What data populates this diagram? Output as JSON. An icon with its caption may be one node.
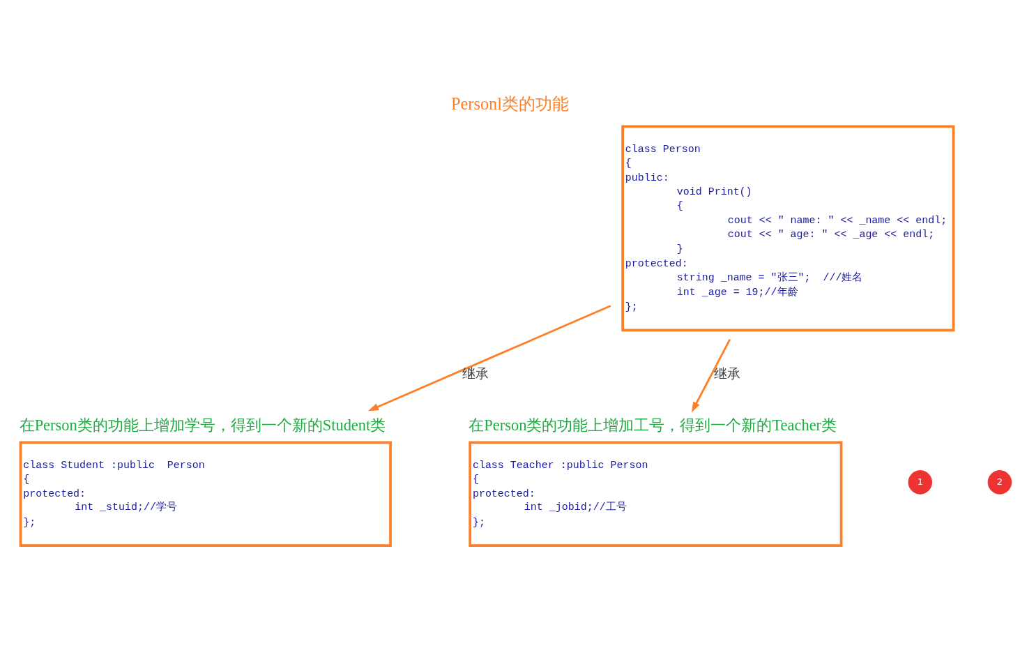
{
  "diagram": {
    "title": "Personl类的功能",
    "nodes": [
      {
        "text": [
          "class Person",
          "{",
          "public:",
          "void Print()",
          "{",
          "cout << \" name: \" << _name << endl;",
          "cout << \" age: \" << _age << endl;",
          "}",
          "protected:",
          "string _name = \"张三\";  ///姓名",
          "int _age = 19;//年龄",
          "};"
        ]
      },
      {
        "text": [
          "class Student :public  Person",
          "{",
          "protected:",
          "int _stuid;//学号",
          "};"
        ],
        "beside": [
          "在Person类的功能上增加学号，得到一个新的Student类"
        ]
      },
      {
        "text": [
          "class Teacher :public Person",
          "{",
          "protected:",
          "int _jobid;//工号",
          "};"
        ],
        "beside": [
          "在Person类的功能上增加工号，得到一个新的Teacher类"
        ]
      }
    ],
    "edges": [
      {
        "from": 0,
        "to": 1,
        "arrow": "to",
        "label": "继承"
      },
      {
        "from": 0,
        "to": 2,
        "arrow": "to",
        "label": "继承"
      }
    ],
    "labels": [
      "1",
      "2"
    ]
  }
}
